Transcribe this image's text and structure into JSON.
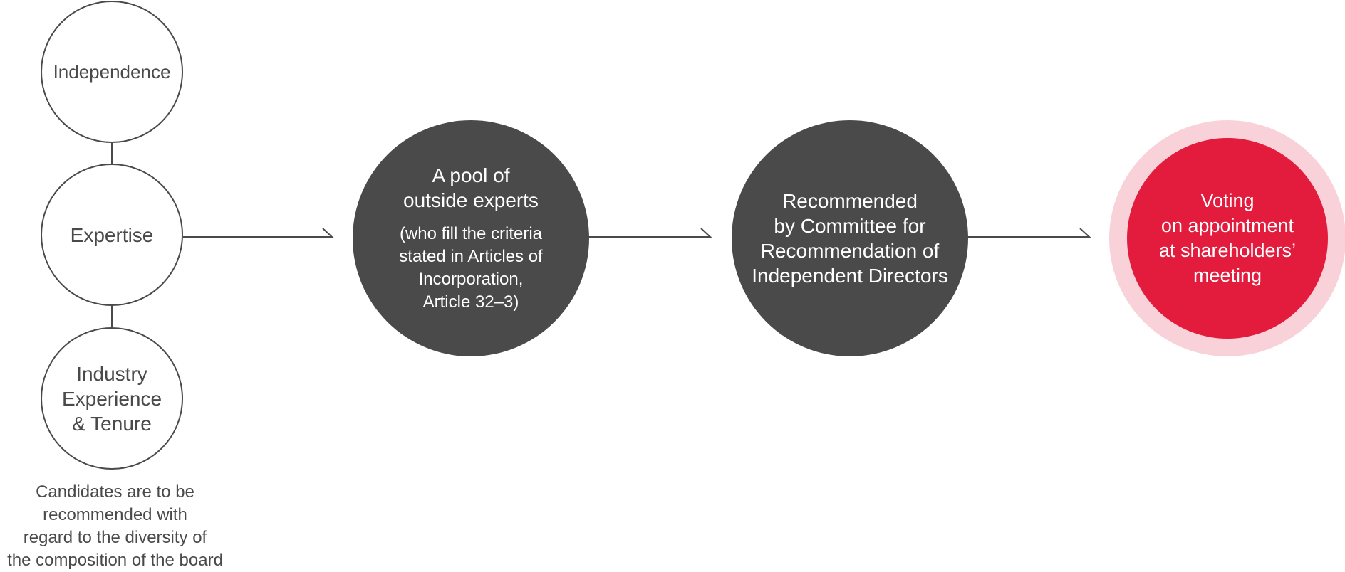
{
  "diagram": {
    "criteria": {
      "independence": [
        "Independence"
      ],
      "expertise": [
        "Expertise"
      ],
      "industry": [
        "Industry",
        "Experience",
        "& Tenure"
      ]
    },
    "caption": [
      "Candidates are to be",
      "recommended with",
      "regard to the diversity of",
      "the composition of the board"
    ],
    "pool": {
      "title": [
        "A pool of",
        "outside experts"
      ],
      "note": [
        "(who fill the criteria",
        "stated in Articles of",
        "Incorporation,",
        "Article 32–3)"
      ]
    },
    "committee": [
      "Recommended",
      "by Committee for",
      "Recommendation of",
      "Independent Directors"
    ],
    "voting": [
      "Voting",
      "on appointment",
      "at shareholders’",
      "meeting"
    ]
  },
  "colors": {
    "dark_gray": "#4a4a4a",
    "accent_red": "#e31b3c",
    "halo_pink": "#f8d1d9",
    "line": "#4a4a4a"
  }
}
